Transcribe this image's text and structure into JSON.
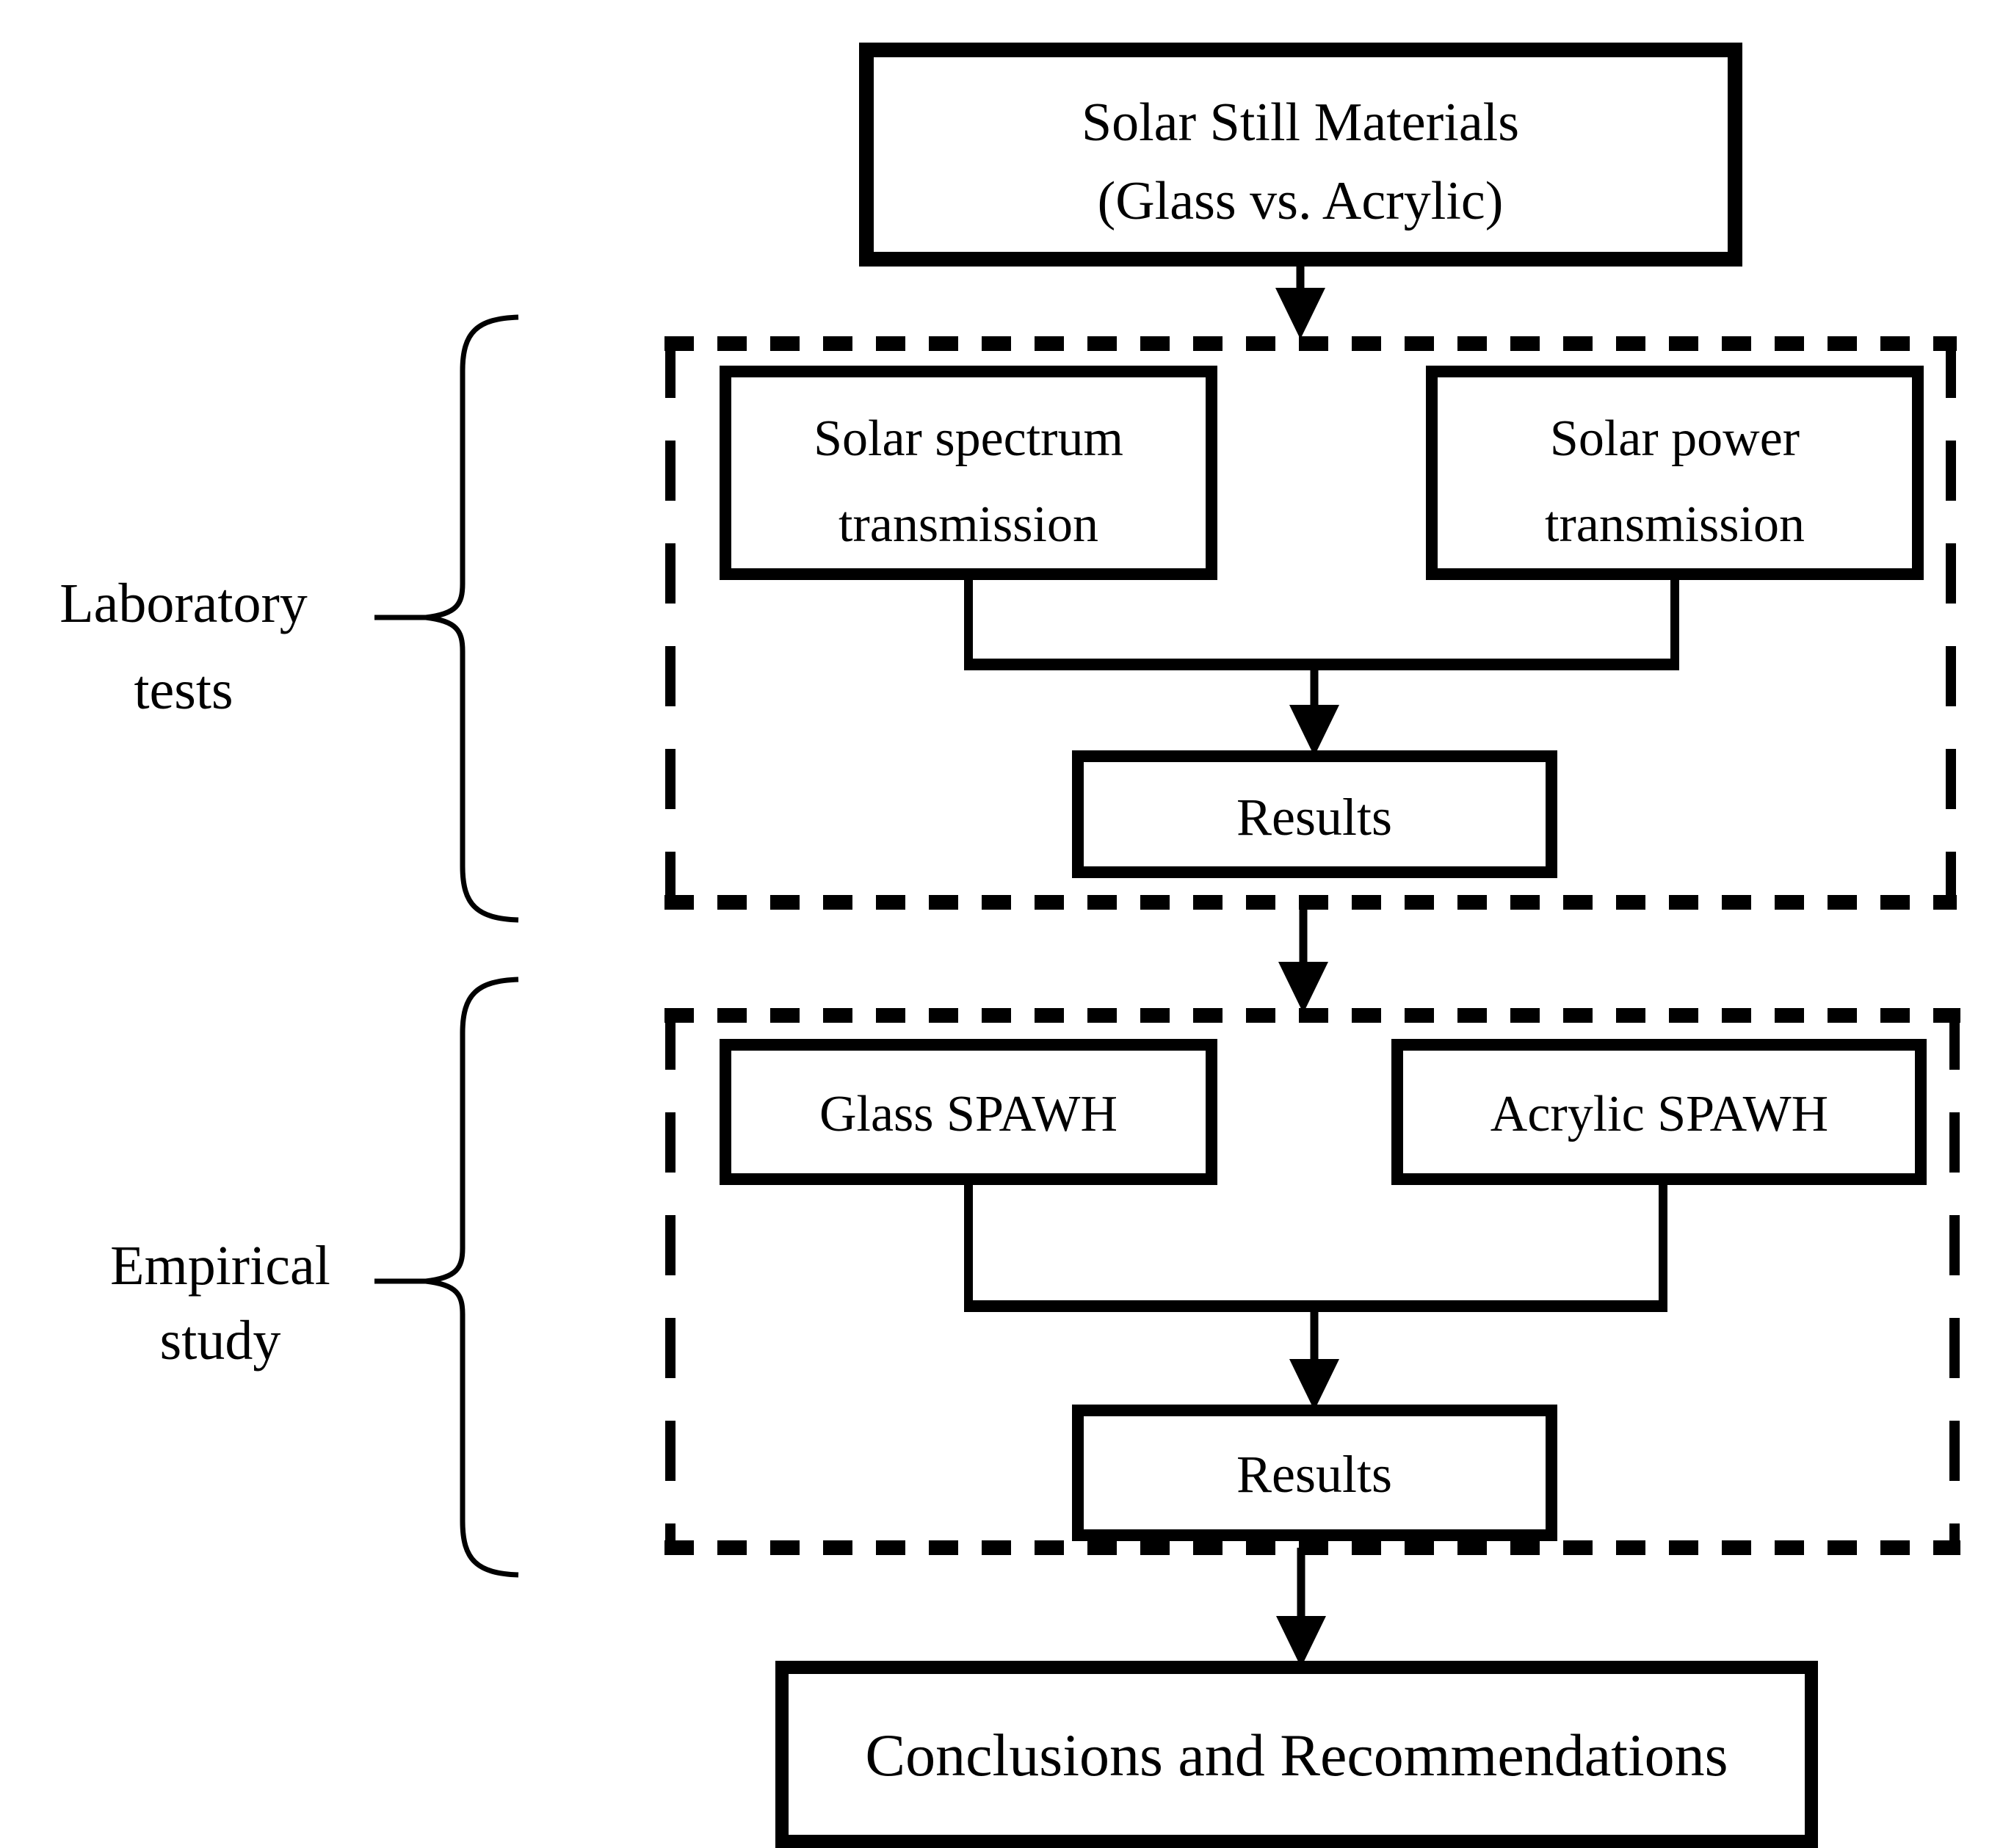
{
  "diagram": {
    "colors": {
      "background": "#ffffff",
      "line": "#000000",
      "text": "#000000"
    },
    "title_box": {
      "line1": "Solar Still Materials",
      "line2": "(Glass vs. Acrylic)"
    },
    "laboratory_section": {
      "label_line1": "Laboratory",
      "label_line2": "tests",
      "left_box_line1": "Solar spectrum",
      "left_box_line2": "transmission",
      "right_box_line1": "Solar power",
      "right_box_line2": "transmission",
      "results_label": "Results"
    },
    "empirical_section": {
      "label_line1": "Empirical",
      "label_line2": "study",
      "left_box_label": "Glass SPAWH",
      "right_box_label": "Acrylic SPAWH",
      "results_label": "Results"
    },
    "conclusions_box": {
      "label": "Conclusions and Recommendations"
    }
  }
}
